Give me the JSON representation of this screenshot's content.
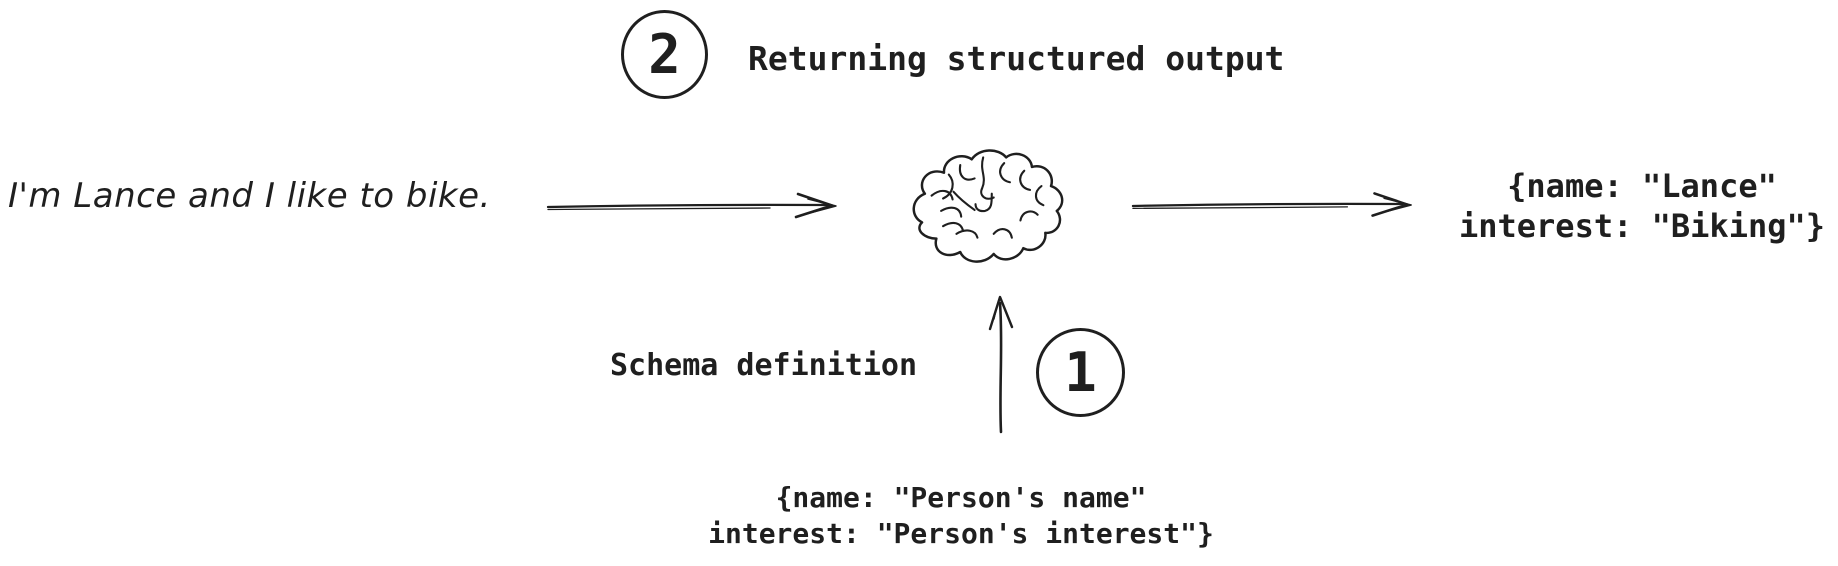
{
  "colors": {
    "ink": "#1f1f1f",
    "background": "#ffffff"
  },
  "steps": {
    "step2": {
      "number": "2",
      "label": "Returning structured output"
    },
    "step1": {
      "number": "1"
    }
  },
  "input_message": {
    "text": "I'm Lance and I like to bike."
  },
  "llm": {
    "icon": "brain-icon"
  },
  "structured_output": {
    "line1": "{name: \"Lance\"",
    "line2": "interest: \"Biking\"}"
  },
  "schema": {
    "label": "Schema definition",
    "definition": {
      "line1": "{name: \"Person's name\"",
      "line2": "interest: \"Person's interest\"}"
    }
  }
}
